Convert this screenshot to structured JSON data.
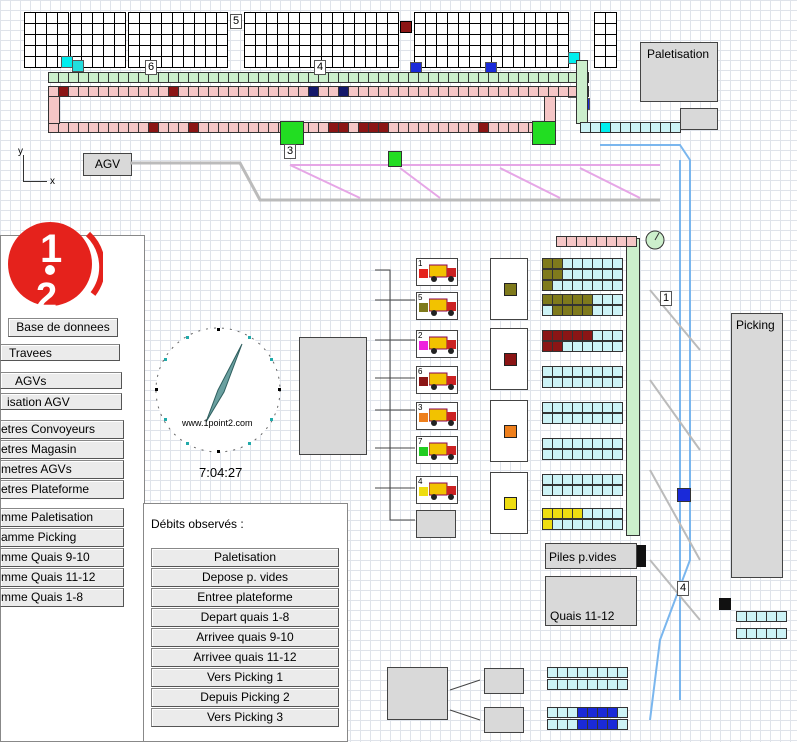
{
  "zone_labels": {
    "z5": "5",
    "z6": "6",
    "z4": "4",
    "z3": "3",
    "z1": "1",
    "z4b": "4",
    "paletisation": "Paletisation",
    "agv": "AGV",
    "picking": "Picking",
    "piles": "Piles p.vides",
    "quais": "Quais 11-12"
  },
  "axes": {
    "y": "y",
    "x": "x"
  },
  "clock": {
    "url": "www.1point2.com",
    "time": "7:04:27"
  },
  "menu": {
    "db": "Base de donnees",
    "items": [
      "Travees",
      "AGVs",
      "isation AGV",
      "etres Convoyeurs",
      "etres Magasin",
      "metres AGVs",
      "etres Plateforme",
      "mme Paletisation",
      "amme Picking",
      "mme Quais 9-10",
      "mme Quais 11-12",
      "mme Quais 1-8"
    ]
  },
  "debits": {
    "title": "Débits observés :",
    "buttons": [
      "Paletisation",
      "Depose p. vides",
      "Entree plateforme",
      "Depart quais 1-8",
      "Arrivee quais 9-10",
      "Arrivee quais 11-12",
      "Vers Picking 1",
      "Depuis Picking 2",
      "Vers Picking 3"
    ]
  },
  "docks": [
    {
      "num": "1",
      "color": "#e5221c"
    },
    {
      "num": "5",
      "color": "#7f7a1c"
    },
    {
      "num": "2",
      "color": "#ee22dd"
    },
    {
      "num": "6",
      "color": "#8b1515"
    },
    {
      "num": "3",
      "color": "#ee7f1c"
    },
    {
      "num": "7",
      "color": "#22cc22"
    },
    {
      "num": "4",
      "color": "#eedd11"
    }
  ],
  "logo": {
    "top": "1",
    "bottom": "2"
  },
  "colors": {
    "pink": "#f5c6c6",
    "green": "#ccefcc",
    "cyan": "#cdf3f6",
    "darkred": "#8b1515",
    "blue": "#1a2ad9",
    "navy": "#14186a",
    "bright_green": "#22dd22"
  }
}
